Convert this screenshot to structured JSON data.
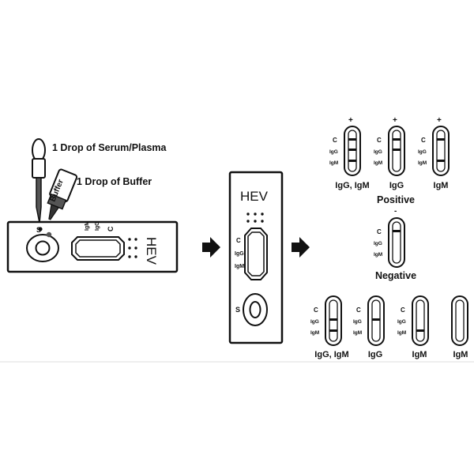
{
  "steps": {
    "sample": "1 Drop of Serum/Plasma",
    "buffer": "1 Drop of Buffer",
    "buffer_bottle_label": "Buffer"
  },
  "cassette": {
    "title": "HEV",
    "c": "C",
    "igg": "IgG",
    "igm": "IgM",
    "s": "S"
  },
  "results": {
    "plus": "+",
    "minus": "-",
    "positive": "Positive",
    "negative": "Negative",
    "c": "C",
    "igg": "IgG",
    "igm": "IgM",
    "positive_cases": [
      "IgG, IgM",
      "IgG",
      "IgM"
    ],
    "invalid_cases": [
      "IgG, IgM",
      "IgG",
      "IgM",
      "IgM"
    ]
  },
  "colors": {
    "ink": "#111111",
    "paper": "#ffffff"
  }
}
